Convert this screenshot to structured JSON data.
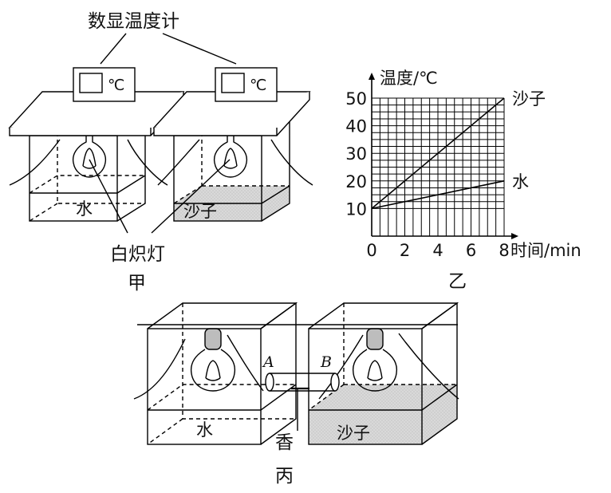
{
  "figure_jia": {
    "thermometer_caption": "数显温度计",
    "display_unit": "℃",
    "water_label": "水",
    "sand_label": "沙子",
    "bulb_caption": "白炽灯",
    "panel_label": "甲"
  },
  "figure_yi": {
    "panel_label": "乙"
  },
  "figure_bing": {
    "water_label": "水",
    "sand_label": "沙子",
    "incense_label": "香",
    "point_a": "A",
    "point_b": "B",
    "panel_label": "丙"
  },
  "chart_data": {
    "type": "line",
    "xlabel": "时间/min",
    "ylabel": "温度/℃",
    "xlim": [
      0,
      8
    ],
    "ylim": [
      0,
      50
    ],
    "x_ticks": [
      "0",
      "2",
      "4",
      "6",
      "8"
    ],
    "y_ticks": [
      "10",
      "20",
      "30",
      "40",
      "50"
    ],
    "grid": true,
    "series": [
      {
        "name": "沙子",
        "x": [
          0,
          8
        ],
        "y": [
          10,
          50
        ],
        "color": "#000000"
      },
      {
        "name": "水",
        "x": [
          0,
          8
        ],
        "y": [
          10,
          20
        ],
        "color": "#000000"
      }
    ]
  }
}
